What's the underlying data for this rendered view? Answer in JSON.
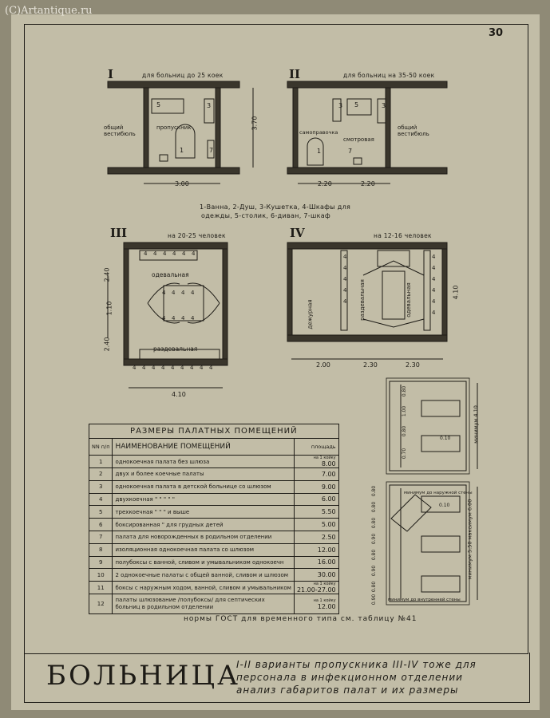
{
  "watermark": "(C)Artantique.ru",
  "page_number": "30",
  "plans": {
    "p1": {
      "numeral": "I",
      "caption": "для больниц до 25 коек",
      "dim_w": "3.00",
      "dim_h": "3.70",
      "rooms": [
        "5",
        "3",
        "1",
        "7"
      ],
      "labels": [
        "общий вестибюль",
        "пропускник"
      ]
    },
    "p2": {
      "numeral": "II",
      "caption": "для больниц на 35-50 коек",
      "dim_a": "2.20",
      "dim_b": "2.20",
      "rooms": [
        "3",
        "5",
        "3",
        "1",
        "7"
      ],
      "labels": [
        "самоправочка",
        "смотровая",
        "общий вестибюль"
      ]
    },
    "legend_line1": "1-Ванна, 2-Душ, 3-Кушетка, 4-Шкафы для",
    "legend_line2": "одежды, 5-столик, 6-диван, 7-шкаф",
    "p3": {
      "numeral": "III",
      "caption": "на 20-25 человек",
      "dim_w": "4.10",
      "dims_v": [
        "2.40",
        "1.10",
        "2.40"
      ],
      "labels": [
        "одевальная",
        "раздевальная"
      ],
      "cell": "4"
    },
    "p4": {
      "numeral": "IV",
      "caption": "на 12-16 человек",
      "dims": [
        "2.00",
        "2.30",
        "2.30"
      ],
      "dim_h": "4.10",
      "labels": [
        "дежурная",
        "раздевальная",
        "одевальная"
      ],
      "cell": "4"
    },
    "ward1": {
      "dims": [
        "0.80",
        "1.00",
        "0.80",
        "0.70"
      ],
      "label": "0.10",
      "side": "минимум 4.10"
    },
    "ward2": {
      "dims": [
        "0.80",
        "0.80",
        "0.80",
        "0.90",
        "0.80",
        "0.90",
        "0.80",
        "0.90"
      ],
      "top_label": "минимум до наружной стены",
      "bottom_label": "минимум до внутренней стены",
      "label": "0.10",
      "side": "минимум 5.50 максимум 6.00"
    }
  },
  "table": {
    "title": "РАЗМЕРЫ ПАЛАТНЫХ ПОМЕЩЕНИЙ",
    "head_no": "NN п/п",
    "head_name": "НАИМЕНОВАНИЕ ПОМЕЩЕНИЙ",
    "head_area": "площадь",
    "rows": [
      {
        "no": "1",
        "name": "однокоечная палата без шлюза",
        "note": "на 1 койку",
        "area": "8.00"
      },
      {
        "no": "2",
        "name": "двух и более коечные палаты",
        "note": "",
        "area": "7.00"
      },
      {
        "no": "3",
        "name": "однокоечная палата в детской больнице со шлюзом",
        "note": "",
        "area": "9.00"
      },
      {
        "no": "4",
        "name": "двухкоечная      \"     \"     \"     \"     \"",
        "note": "",
        "area": "6.00"
      },
      {
        "no": "5",
        "name": "трехкоечная      \"     \"     \"     и выше",
        "note": "",
        "area": "5.50"
      },
      {
        "no": "6",
        "name": "боксированная   \" для грудных детей",
        "note": "",
        "area": "5.00"
      },
      {
        "no": "7",
        "name": "палата для новорожденных в родильном отделении",
        "note": "",
        "area": "2.50"
      },
      {
        "no": "8",
        "name": "изоляционная однокоечная палата со шлюзом",
        "note": "",
        "area": "12.00"
      },
      {
        "no": "9",
        "name": "полубоксы с ванной, сливом и умывальником однокоечн",
        "note": "",
        "area": "16.00"
      },
      {
        "no": "10",
        "name": "2 однокоечные палаты с общей ванной, сливом и шлюзом",
        "note": "",
        "area": "30.00"
      },
      {
        "no": "11",
        "name": "боксы с наружным ходом, ванной, сливом и умывальником",
        "note": "на 1 койку",
        "area": "21.00-27.00"
      },
      {
        "no": "12",
        "name": "палаты шлюзование /полубоксы/ для септических больниц в родильном отделении",
        "note": "на 1 койку",
        "area": "12.00"
      }
    ]
  },
  "note": "нормы ГОСТ для временного типа см. таблицу №41",
  "title": "БОЛЬНИЦА",
  "subtitle_lines": [
    "I-II варианты пропускника III-IV тоже для",
    "персонала в инфекционном отделении",
    "анализ габаритов палат и их размеры"
  ]
}
